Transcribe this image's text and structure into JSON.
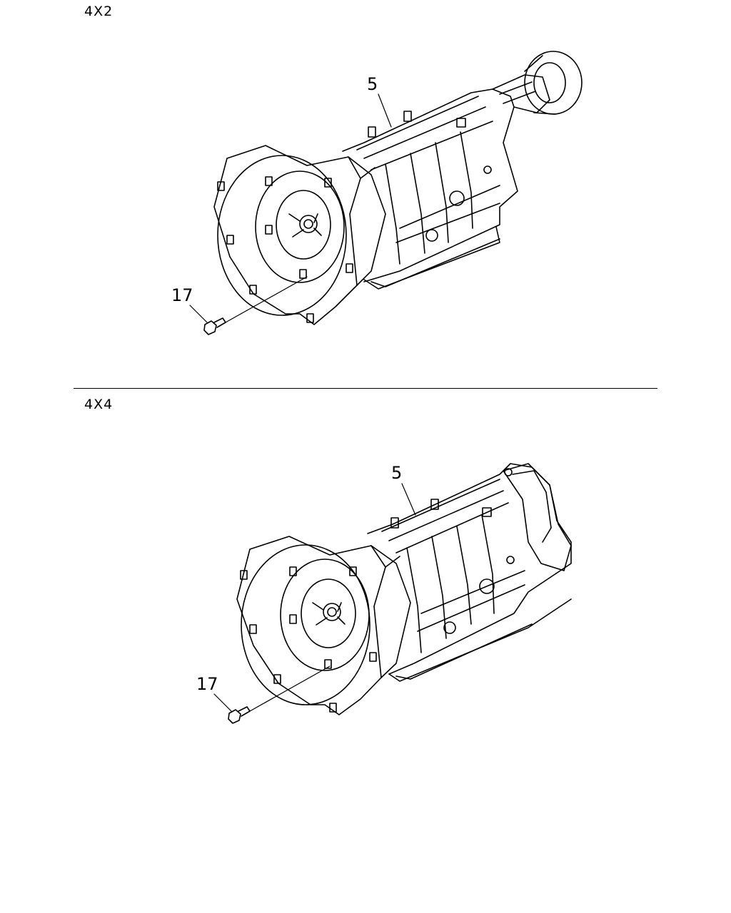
{
  "sections": [
    {
      "label": "4X2",
      "callouts": {
        "transmission": "5",
        "bolt": "17"
      }
    },
    {
      "label": "4X4",
      "callouts": {
        "transmission": "5",
        "bolt": "17"
      }
    }
  ]
}
